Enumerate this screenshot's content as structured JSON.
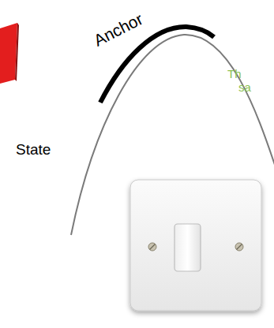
{
  "diagram": {
    "labels": [
      "Anchor",
      "State",
      "Th",
      "sa"
    ]
  }
}
